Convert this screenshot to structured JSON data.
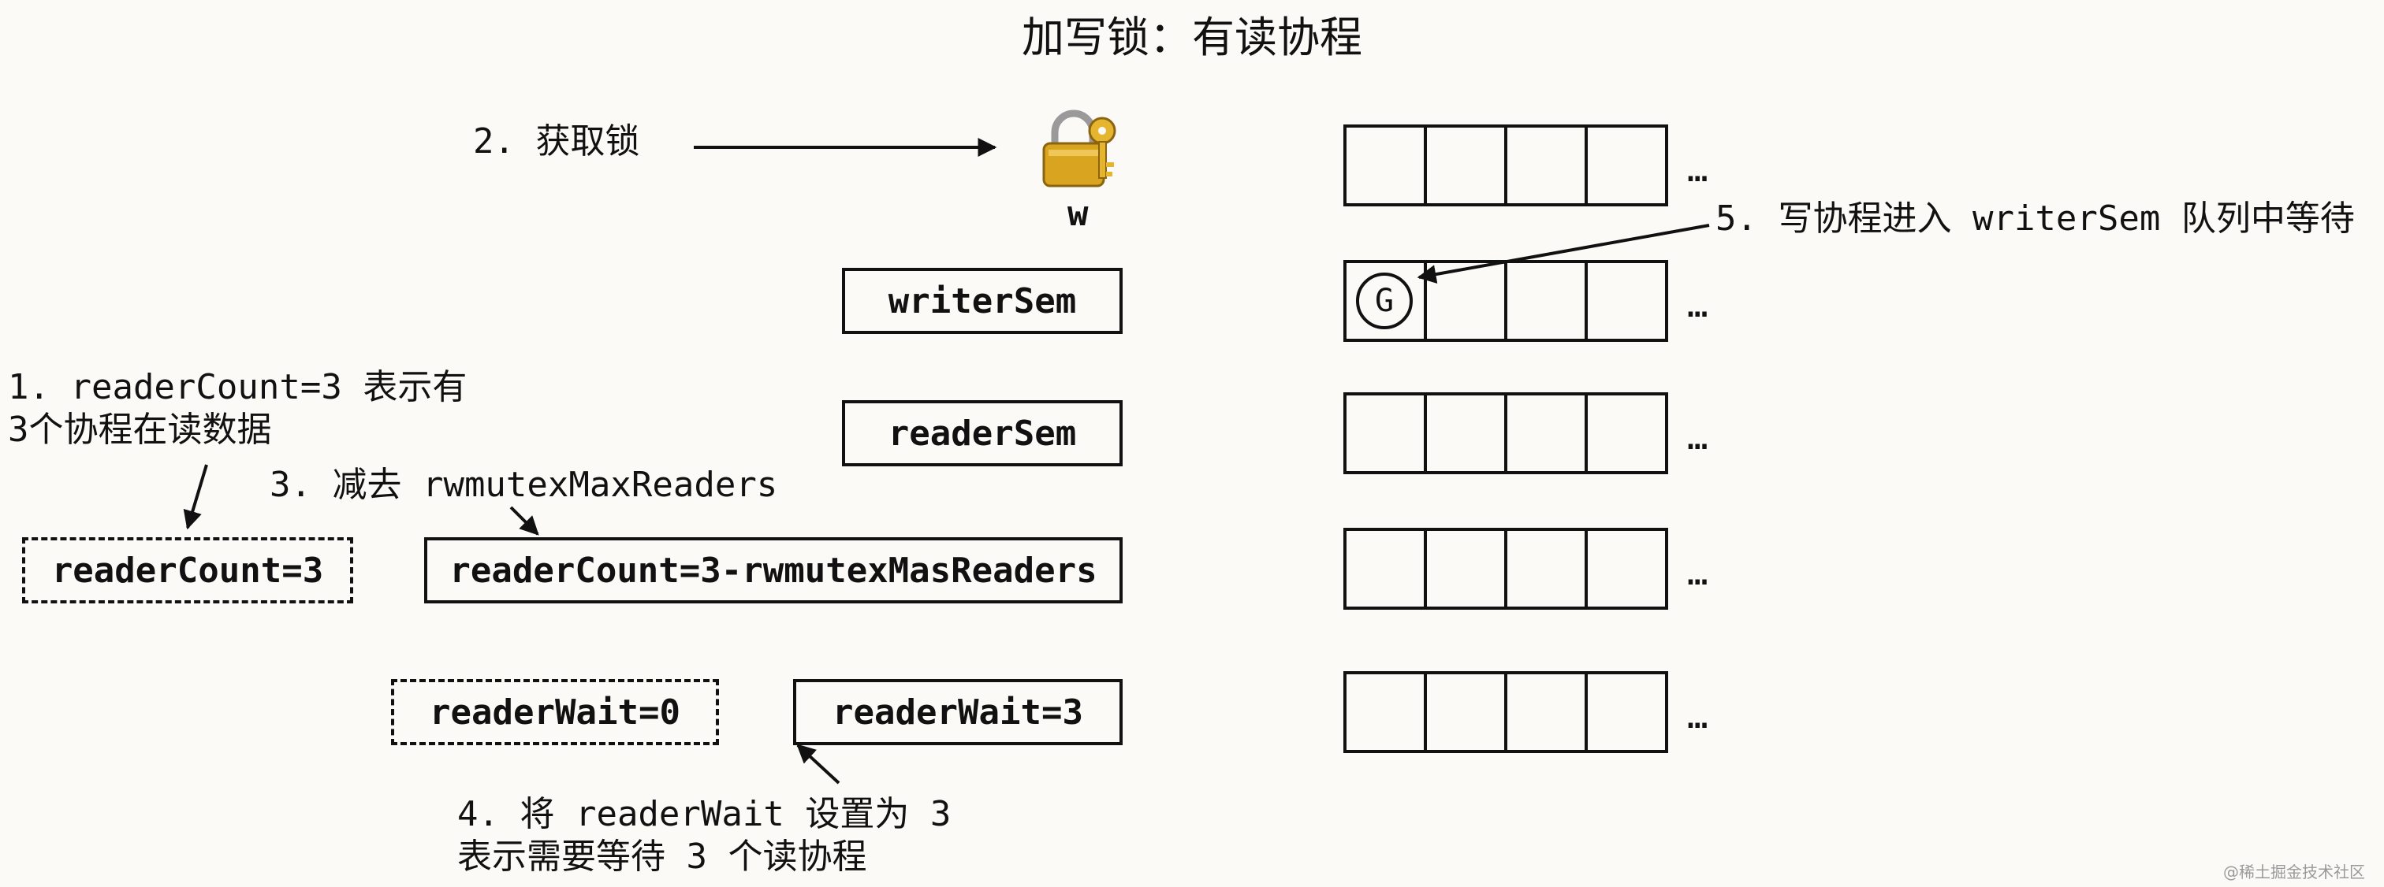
{
  "title": "加写锁：有读协程",
  "notes": {
    "step1_line1": "1. readerCount=3 表示有",
    "step1_line2": "3个协程在读数据",
    "step2": "2. 获取锁",
    "step3": "3. 减去 rwmutexMaxReaders",
    "step4_line1": "4. 将 readerWait 设置为 3",
    "step4_line2": "表示需要等待 3 个读协程",
    "step5": "5. 写协程进入 writerSem 队列中等待"
  },
  "lock": {
    "icon": "lock-with-key-icon",
    "label": "w"
  },
  "boxes": {
    "writer_sem": "writerSem",
    "reader_sem": "readerSem",
    "reader_count_old": "readerCount=3",
    "reader_count_new": "readerCount=3-rwmutexMasReaders",
    "reader_wait_old": "readerWait=0",
    "reader_wait_new": "readerWait=3"
  },
  "queues": {
    "ellipsis": "…",
    "goroutine_label": "G"
  },
  "watermark": "@稀土掘金技术社区",
  "colors": {
    "background": "#fcfaf7",
    "ink": "#111111",
    "lock_gold": "#d9a520"
  }
}
